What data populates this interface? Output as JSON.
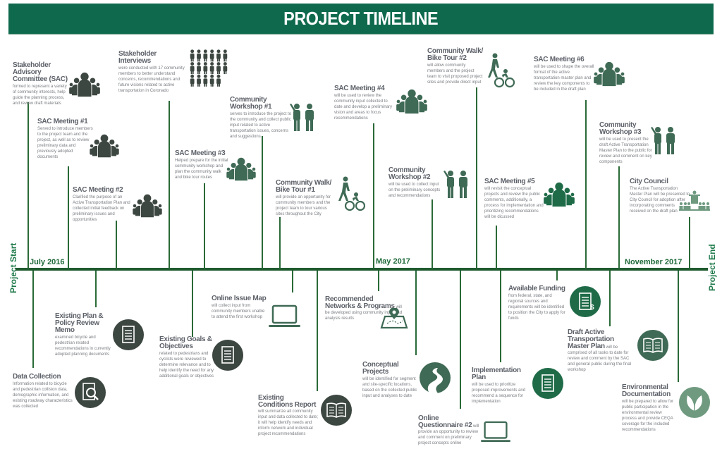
{
  "header": {
    "title": "PROJECT TIMELINE"
  },
  "timeline": {
    "start_label": "Project Start",
    "end_label": "Project End",
    "dates": [
      "July 2016",
      "May 2017",
      "November 2017"
    ]
  },
  "above": [
    {
      "title": "Stakeholder Advisory Committee (SAC)",
      "body": "formed to represent a variety of community interests, help guide the planning process, and review draft materials",
      "icon": "group-icon"
    },
    {
      "title": "Stakeholder Interviews",
      "body": "were conducted with 17 community members to better understand concerns, recommendations and future visions related to active transportation in Coronado",
      "icon": "crowd-icon"
    },
    {
      "title": "SAC Meeting #1",
      "body": "Served to introduce members to the project team and the project, as well as to review preliminary data and previously adopted documents",
      "icon": "group-icon"
    },
    {
      "title": "SAC Meeting #2",
      "body": "Clarified the purpose of an Active Transportation Plan and collected initial feedback on preliminary issues and opportunities",
      "icon": "group-icon"
    },
    {
      "title": "SAC Meeting #3",
      "body": "Helped prepare for the initial community workshop and plan the community walk and bike tour routes",
      "icon": "group-icon"
    },
    {
      "title": "Community Workshop #1",
      "body": "serves to introduce the project to the community and collect public input related to active transportation issues, concerns and suggestions",
      "icon": "workshop-icon"
    },
    {
      "title": "Community Walk/ Bike Tour #1",
      "body": "will provide an opportunity for community members and the project team to tour various sites throughout the City",
      "icon": "walk-bike-icon"
    },
    {
      "title": "SAC Meeting #4",
      "body": "will be used to review the community input collected to date and develop a preliminary vision and areas to focus recommendations",
      "icon": "group-icon"
    },
    {
      "title": "Community Workshop #2",
      "body": "will be used to collect input on the preliminary concepts and recommendations",
      "icon": "workshop-icon"
    },
    {
      "title": "Community Walk/ Bike Tour #2",
      "body": "will allow community members and the project team to visit proposed project sites and provide direct input",
      "icon": "walk-bike-icon"
    },
    {
      "title": "SAC Meeting #5",
      "body": "will revisit the conceptual projects and review the public comments, additionally, a process for implementation and prioritizing recommendations will be dicussed",
      "icon": "group-icon"
    },
    {
      "title": "SAC Meeting #6",
      "body": "will be used to shape the overall format of the active transportation master plan and review the key components to be included in the draft plan",
      "icon": "group-icon"
    },
    {
      "title": "Community Workshop #3",
      "body": "will be used to present the draft Active Transportation Master Plan to the public for review and comment on key components",
      "icon": "workshop-icon"
    },
    {
      "title": "City Council",
      "body": "The Active Transportation Master Plan will be presented to City Council for adoption after incorporating comments received on the draft plan",
      "icon": "council-icon"
    }
  ],
  "below": [
    {
      "title": "Data Collection",
      "body": "Information related to bicycle and pedestrian collision data, demographic information, and existing roadway characteristics was collected",
      "icon": "search-document-icon"
    },
    {
      "title": "Existing Plan & Policy Review Memo",
      "body": "examined bicycle and pedestrian related recommendations in currently adopted planning documents",
      "icon": "document-icon"
    },
    {
      "title": "Existing Goals & Objectives",
      "body": "related to pedestrians and cyclists were reviewed to determine relevance and to help identify the need for any additional goals or objectives",
      "icon": "document-icon"
    },
    {
      "title": "Online Issue Map",
      "body": "will collect input from community members unable to attend the first workshop",
      "icon": "laptop-icon"
    },
    {
      "title": "Existing Conditions Report",
      "body": "will summarize all community input and data collected to date; it will help identify needs and inform network and individual project recommendations",
      "icon": "book-icon"
    },
    {
      "title": "Recommended Networks & Programs",
      "body": "will be developed using community input and analysis results",
      "icon": "map-pin-icon"
    },
    {
      "title": "Conceptual Projects",
      "body": "will be identified for segment and site-specific locations, based on the collected public input and analyses to date",
      "icon": "path-icon"
    },
    {
      "title": "Online Questionnaire #2",
      "body": "will provide an opportunity to review and comment on preliminary project concepts online",
      "icon": "laptop-icon"
    },
    {
      "title": "Implementation Plan",
      "body": "will be used to prioritize proposed improvements and recommend a sequence for implementation",
      "icon": "document-icon"
    },
    {
      "title": "Available Funding",
      "body": "from federal, state, and regional sources and requirements will be identified to position the City to apply for funds",
      "icon": "funding-document-icon"
    },
    {
      "title": "Draft Active Transportation Master Plan",
      "body": "will be comprised of all tasks to date for review and comment by the SAC and general public during the final workshop",
      "icon": "book-icon"
    },
    {
      "title": "Environmental Documentation",
      "body": "will be prepared to allow for public participation in the environmental review process and provide CEQA coverage for the included recommendations",
      "icon": "leaf-icon"
    }
  ],
  "colors": {
    "banner": "#0f6a4d",
    "axis": "#1f5a2e",
    "accent": "#1f7a4a"
  }
}
